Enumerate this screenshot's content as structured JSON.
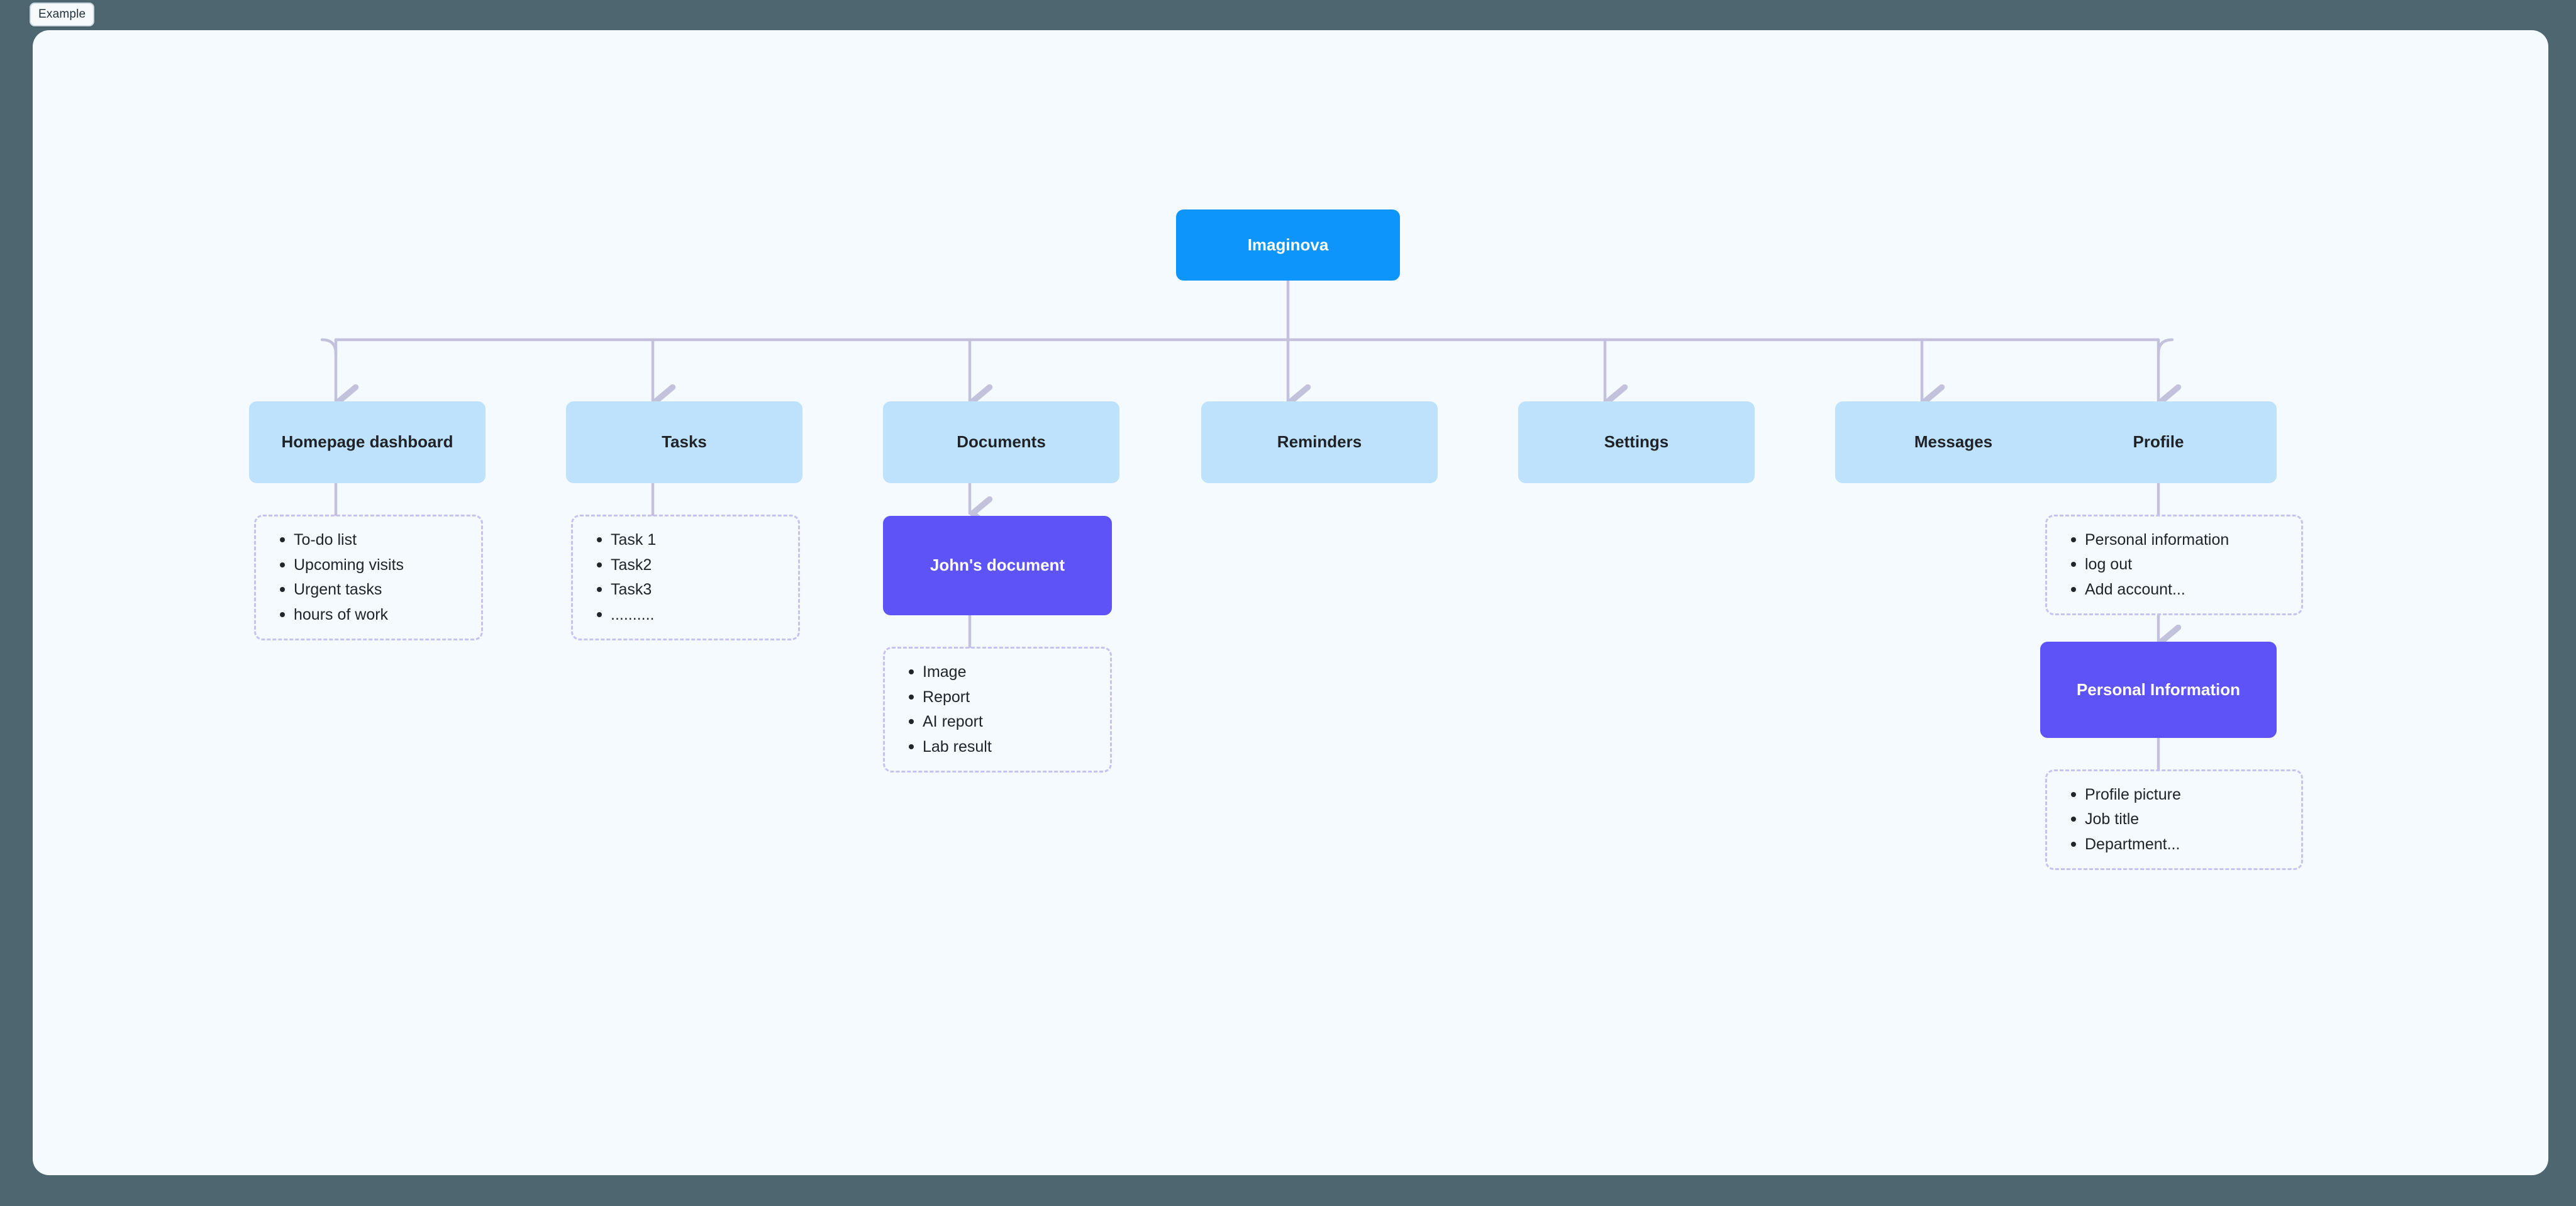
{
  "window": {
    "background_color": "#4d6670",
    "canvas_color": "#f5faff"
  },
  "tab": {
    "label": "Example"
  },
  "colors": {
    "root_node": "#0e95fc",
    "branch_node": "#bfe2fc",
    "accent_node": "#5d53f7",
    "connector": "#c3c1dc",
    "dashed_border": "#c8c2f2",
    "text_dark": "#21252b",
    "text_light": "#ffffff"
  },
  "diagram": {
    "type": "tree",
    "root": {
      "label": "Imaginova"
    },
    "branches": [
      {
        "label": "Homepage dashboard",
        "items": [
          "To-do list",
          "Upcoming visits",
          "Urgent tasks",
          "hours of work"
        ]
      },
      {
        "label": "Tasks",
        "items": [
          "Task 1",
          "Task2",
          "Task3",
          ".........."
        ]
      },
      {
        "label": "Documents",
        "child": {
          "label": "John's document",
          "items": [
            "Image",
            "Report",
            "AI report",
            "Lab result"
          ]
        }
      },
      {
        "label": "Reminders"
      },
      {
        "label": "Settings"
      },
      {
        "label": "Messages"
      },
      {
        "label": "Profile",
        "items": [
          "Personal information",
          "log out",
          "Add account..."
        ],
        "child": {
          "label": "Personal Information",
          "items": [
            "Profile picture",
            "Job title",
            "Department..."
          ]
        }
      }
    ]
  }
}
